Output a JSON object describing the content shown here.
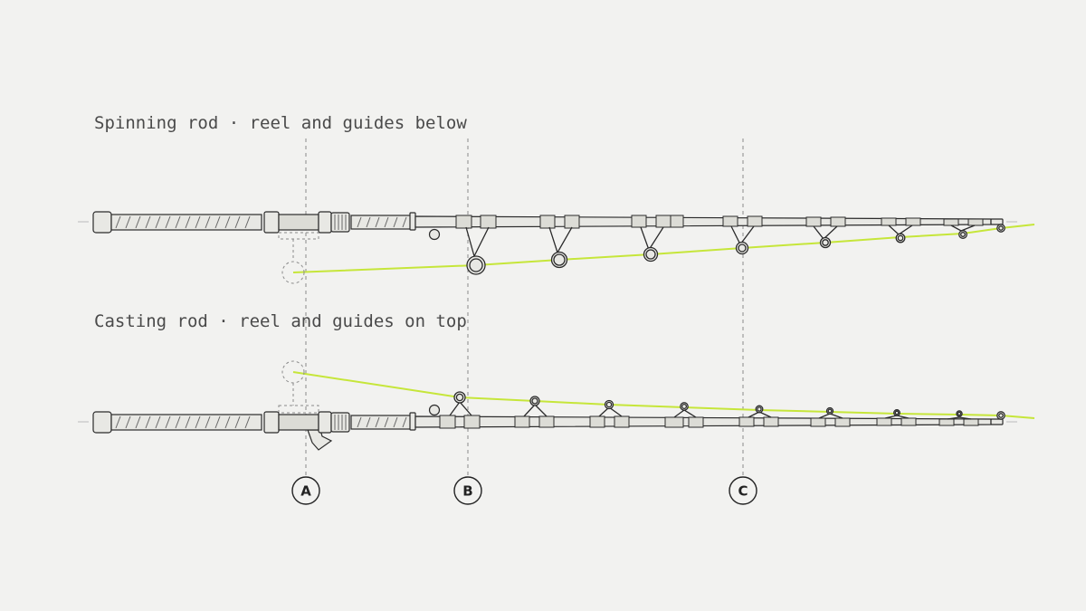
{
  "titles": {
    "spinning": "Spinning rod · reel and guides below",
    "casting": "Casting rod · reel and guides on top"
  },
  "markers": [
    {
      "id": "A",
      "label": "A"
    },
    {
      "id": "B",
      "label": "B"
    },
    {
      "id": "C",
      "label": "C"
    }
  ],
  "colors": {
    "background": "#f2f2f0",
    "line": "#c6e63a",
    "stroke": "#2b2b2b",
    "fill": "#e8e8e4",
    "dash": "#888888"
  }
}
